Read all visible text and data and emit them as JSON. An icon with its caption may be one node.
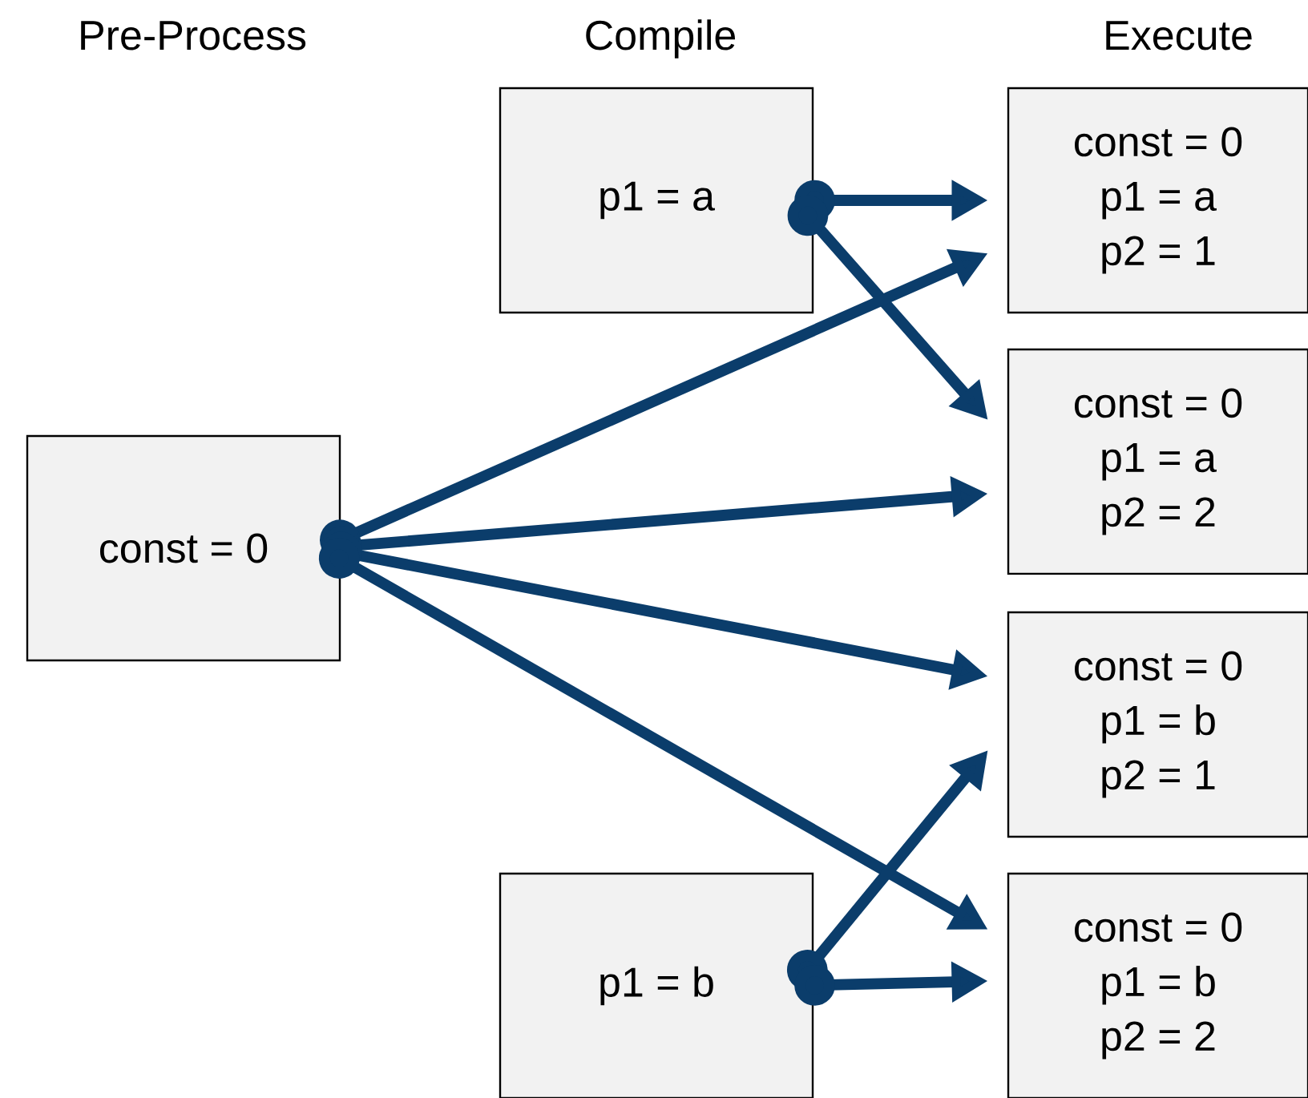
{
  "diagram": {
    "nodes": [
      {
        "text": [
          "const = 0"
        ]
      },
      {
        "text": [
          "p1 = a"
        ]
      },
      {
        "text": [
          "p1 = b"
        ]
      },
      {
        "text": [
          "const = 0",
          "p1 = a",
          "p2 = 1"
        ]
      },
      {
        "text": [
          "const = 0",
          "p1 = a",
          "p2 = 2"
        ]
      },
      {
        "text": [
          "const = 0",
          "p1 = b",
          "p2 = 1"
        ]
      },
      {
        "text": [
          "const = 0",
          "p1 = b",
          "p2 = 2"
        ]
      }
    ],
    "edges": [
      {
        "from": 1,
        "to": 3,
        "arrow": "to"
      },
      {
        "from": 1,
        "to": 4,
        "arrow": "to"
      },
      {
        "from": 0,
        "to": 3,
        "arrow": "to"
      },
      {
        "from": 0,
        "to": 4,
        "arrow": "to"
      },
      {
        "from": 0,
        "to": 5,
        "arrow": "to"
      },
      {
        "from": 0,
        "to": 6,
        "arrow": "to"
      },
      {
        "from": 2,
        "to": 5,
        "arrow": "to"
      },
      {
        "from": 2,
        "to": 6,
        "arrow": "to"
      }
    ],
    "labels": [
      "Pre-Process",
      "Compile",
      "Execute"
    ]
  }
}
